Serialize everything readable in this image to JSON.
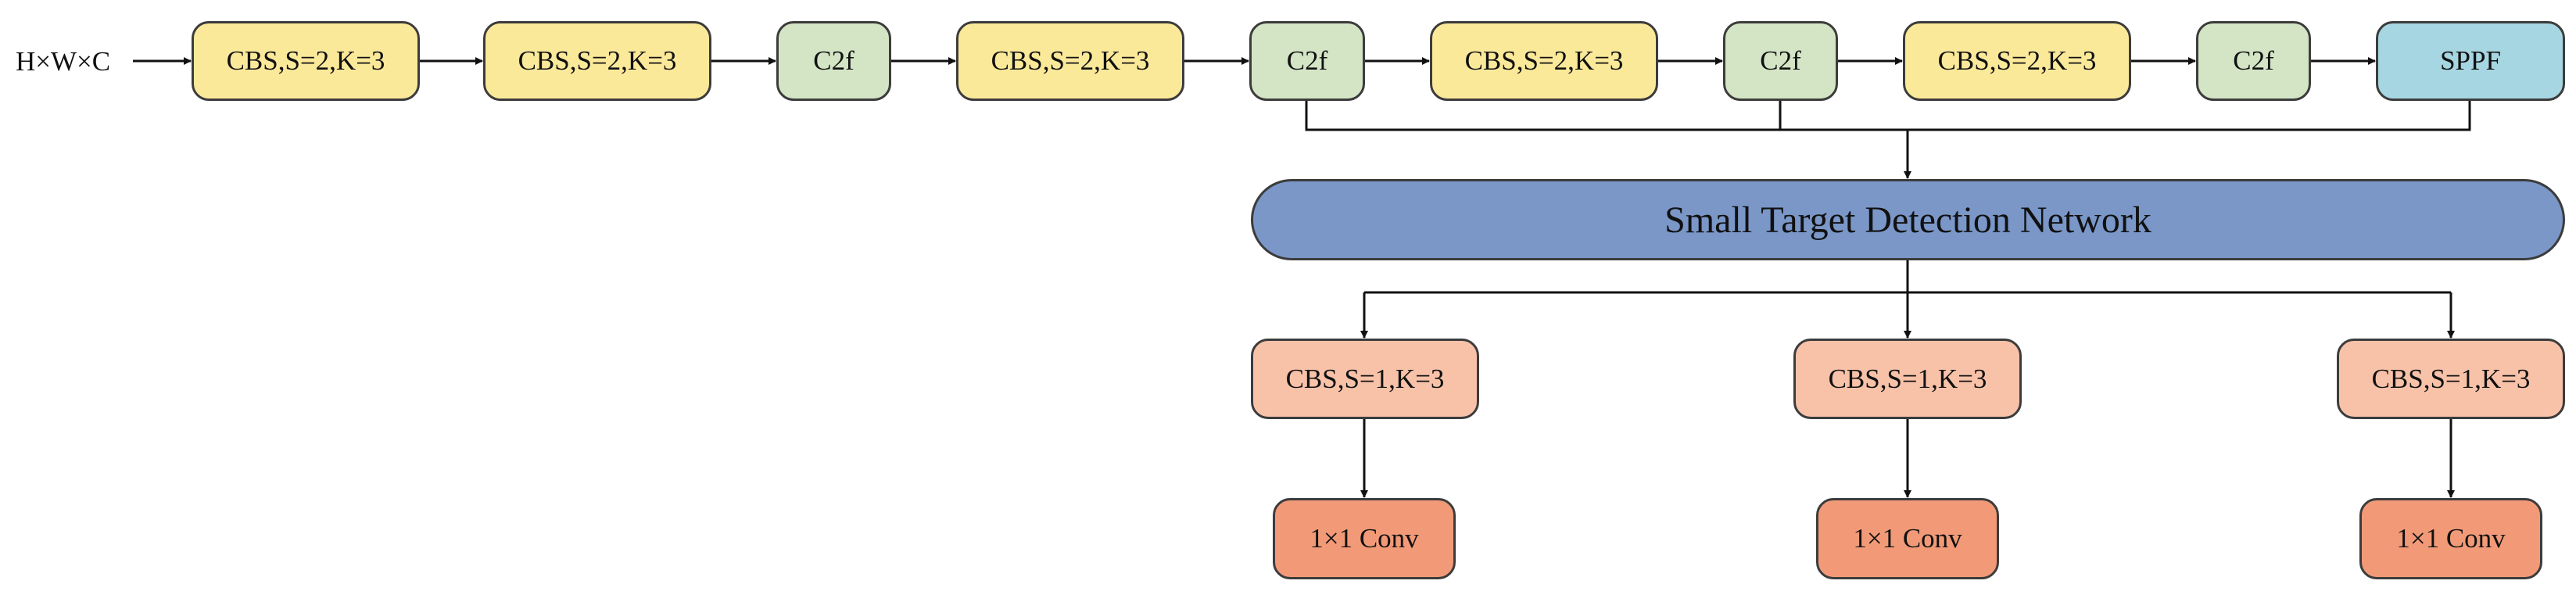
{
  "input_label": "H×W×C",
  "backbone": [
    {
      "id": "b1",
      "label": "CBS,S=2,K=3",
      "kind": "cbs2"
    },
    {
      "id": "b2",
      "label": "CBS,S=2,K=3",
      "kind": "cbs2"
    },
    {
      "id": "b3",
      "label": "C2f",
      "kind": "c2f"
    },
    {
      "id": "b4",
      "label": "CBS,S=2,K=3",
      "kind": "cbs2"
    },
    {
      "id": "b5",
      "label": "C2f",
      "kind": "c2f"
    },
    {
      "id": "b6",
      "label": "CBS,S=2,K=3",
      "kind": "cbs2"
    },
    {
      "id": "b7",
      "label": "C2f",
      "kind": "c2f"
    },
    {
      "id": "b8",
      "label": "CBS,S=2,K=3",
      "kind": "cbs2"
    },
    {
      "id": "b9",
      "label": "C2f",
      "kind": "c2f"
    },
    {
      "id": "b10",
      "label": "SPPF",
      "kind": "sppf"
    }
  ],
  "network": {
    "label": "Small Target Detection Network"
  },
  "heads": [
    {
      "cbs_label": "CBS,S=1,K=3",
      "conv_label": "1×1 Conv"
    },
    {
      "cbs_label": "CBS,S=1,K=3",
      "conv_label": "1×1 Conv"
    },
    {
      "cbs_label": "CBS,S=1,K=3",
      "conv_label": "1×1 Conv"
    }
  ],
  "colors": {
    "cbs_stride2": "#fbe99a",
    "c2f": "#d4e5c6",
    "sppf": "#a6d6e1",
    "network": "#7a97c8",
    "cbs_stride1": "#f8c2a9",
    "conv": "#f29a78",
    "stroke": "#3c3c3c"
  }
}
